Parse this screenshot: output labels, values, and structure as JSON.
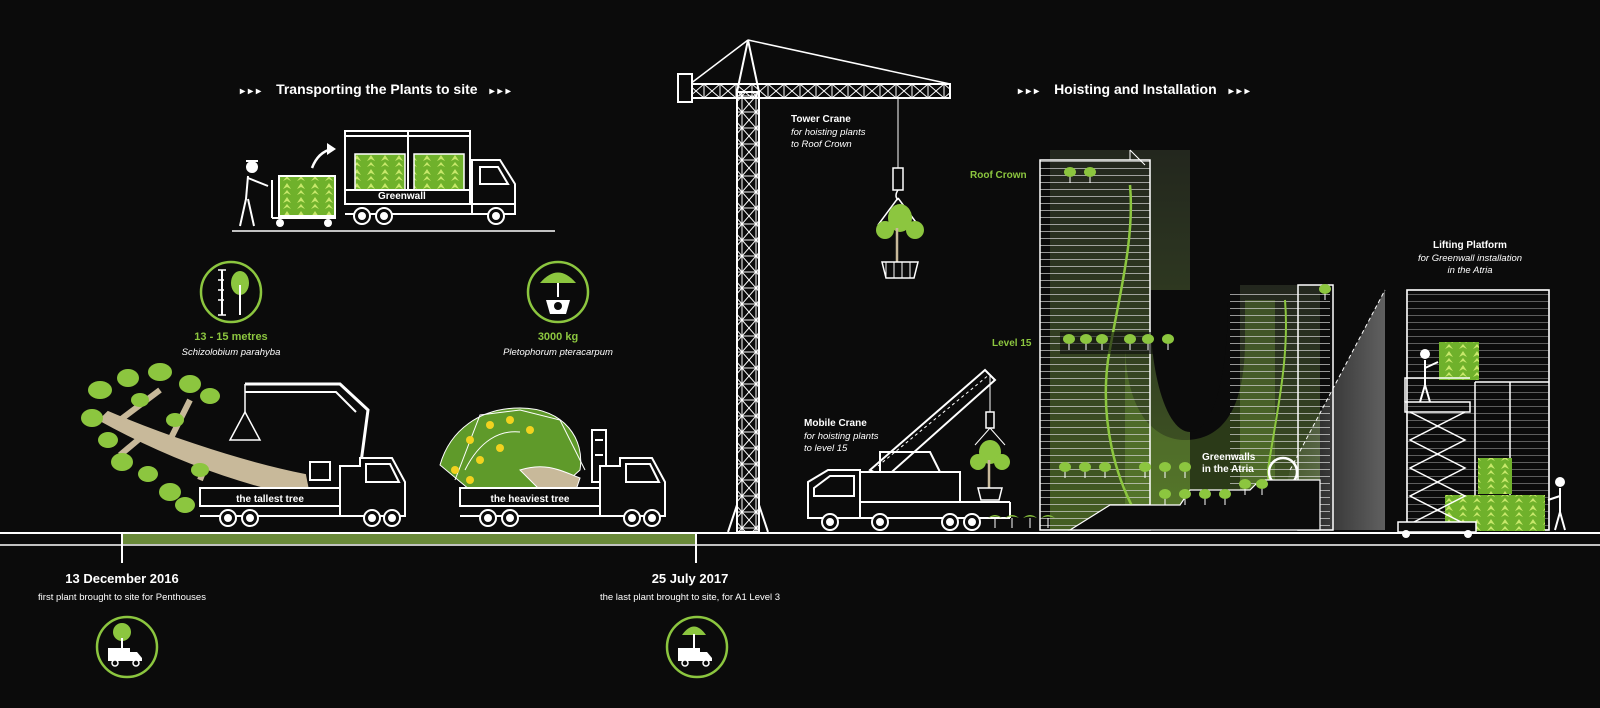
{
  "headers": {
    "transport": "Transporting the Plants to site",
    "hoisting": "Hoisting and Installation",
    "arrows": "▸▸▸"
  },
  "truck_greenwall": {
    "label": "Greenwall"
  },
  "tallest_tree": {
    "size": "13 - 15 metres",
    "species": "Schizolobium parahyba",
    "truck_label": "the tallest tree",
    "icon": "tree-height-icon"
  },
  "heaviest_tree": {
    "weight": "3000 kg",
    "species": "Pletophorum pteracarpum",
    "truck_label": "the heaviest tree",
    "icon": "tree-weight-icon"
  },
  "tower_crane": {
    "title": "Tower Crane",
    "desc_line1": "for hoisting plants",
    "desc_line2": "to Roof Crown"
  },
  "mobile_crane": {
    "title": "Mobile Crane",
    "desc_line1": "for hoisting plants",
    "desc_line2": "to level 15"
  },
  "building": {
    "roof_crown": "Roof Crown",
    "level_15": "Level 15",
    "greenwalls_line1": "Greenwalls",
    "greenwalls_line2": "in the Atria"
  },
  "lifting_platform": {
    "title": "Lifting Platform",
    "desc_line1": "for Greenwall installation",
    "desc_line2": "in the Atria"
  },
  "timeline": {
    "start": {
      "date": "13 December 2016",
      "desc": "first plant brought to site for Penthouses",
      "icon": "tree-delivery-truck-icon"
    },
    "end": {
      "date": "25 July 2017",
      "desc": "the last plant brought to site, for A1 Level 3",
      "icon": "tree-delivery-truck-icon"
    }
  },
  "colors": {
    "accent": "#8cc63f",
    "background": "#0b0b0b",
    "line": "#ffffff",
    "tree_trunk": "#c8b99a"
  }
}
